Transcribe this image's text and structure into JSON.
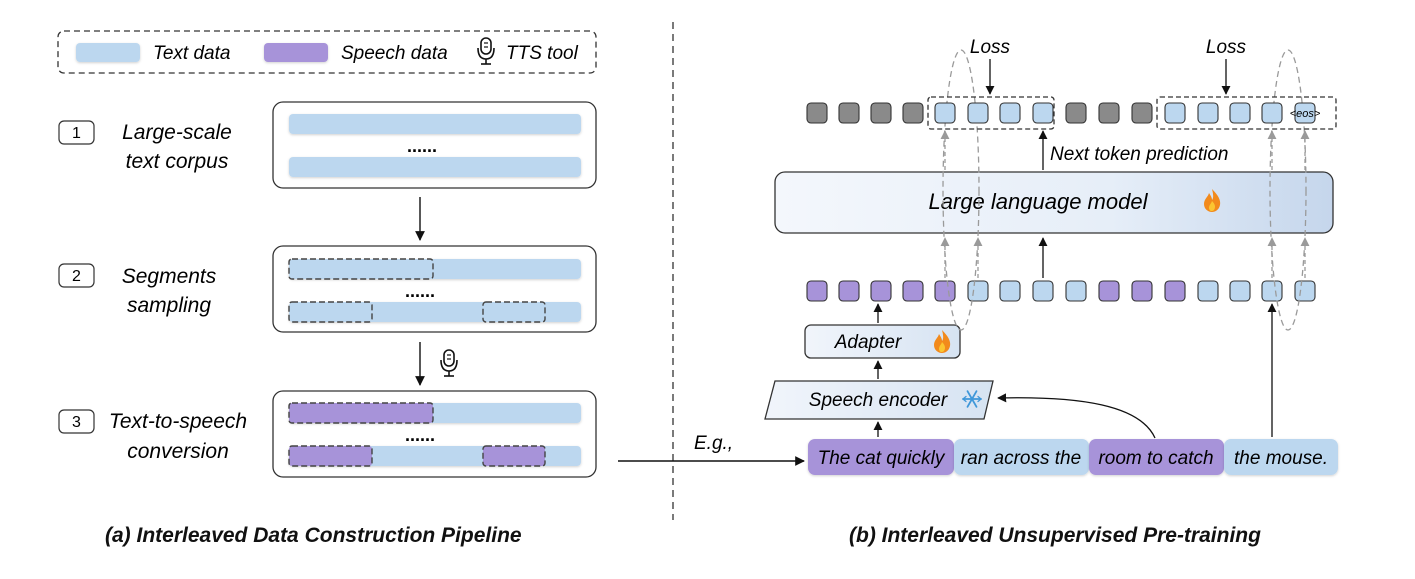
{
  "legend": {
    "text_data": "Text data",
    "speech_data": "Speech data",
    "tts_tool": "TTS tool"
  },
  "pipeline": {
    "steps": [
      {
        "number": "1",
        "line1": "Large-scale",
        "line2": "text corpus"
      },
      {
        "number": "2",
        "line1": "Segments",
        "line2": "sampling"
      },
      {
        "number": "3",
        "line1": "Text-to-speech",
        "line2": "conversion"
      }
    ],
    "ellipsis": "......",
    "example_label": "E.g.,"
  },
  "model": {
    "loss_label": "Loss",
    "eos_label": "<eos>",
    "next_token_label": "Next token prediction",
    "llm_label": "Large language model",
    "adapter_label": "Adapter",
    "encoder_label": "Speech encoder",
    "sentence_segments": [
      {
        "text": "The cat quickly",
        "kind": "speech"
      },
      {
        "text": "ran across the",
        "kind": "text"
      },
      {
        "text": "room to catch",
        "kind": "speech"
      },
      {
        "text": "the mouse.",
        "kind": "text"
      }
    ]
  },
  "captions": {
    "left": "(a) Interleaved Data Construction Pipeline",
    "right": "(b) Interleaved Unsupervised Pre-training"
  },
  "colors": {
    "text_data": "#bcd7ef",
    "speech_data": "#a793d9",
    "token_gray": "#8a8a8a",
    "llm_fill": "#e2ebf6"
  }
}
